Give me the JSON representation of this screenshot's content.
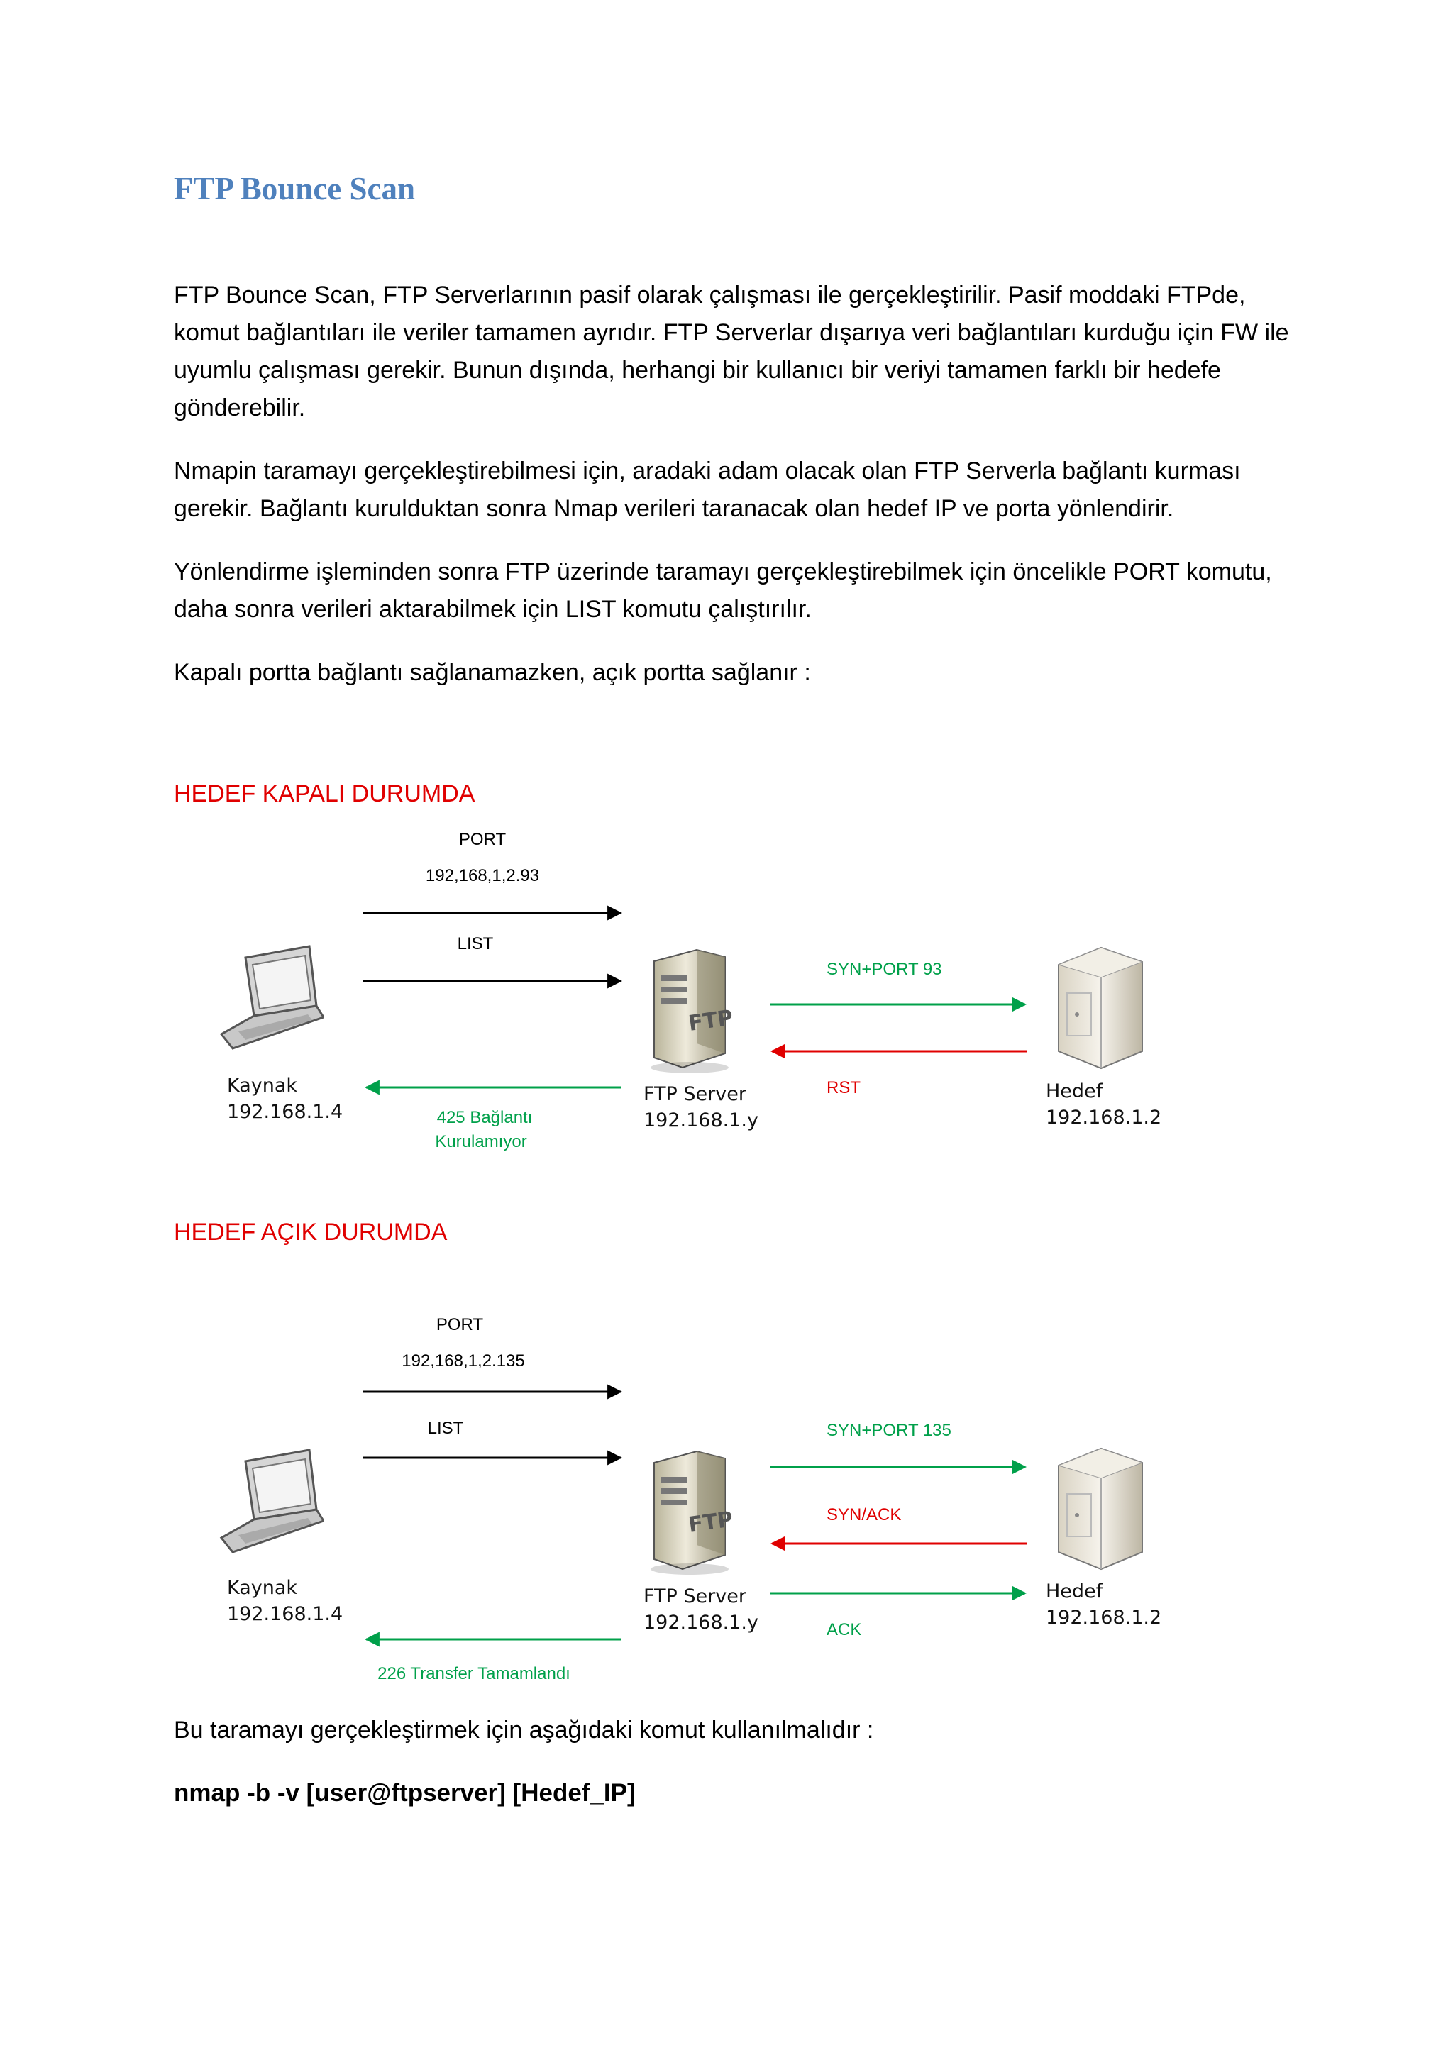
{
  "title": "FTP Bounce Scan",
  "paragraphs": [
    "FTP Bounce Scan, FTP Serverlarının pasif olarak çalışması ile gerçekleştirilir. Pasif moddaki FTPde, komut bağlantıları ile veriler tamamen ayrıdır. FTP Serverlar dışarıya veri bağlantıları kurduğu için FW ile uyumlu çalışması gerekir. Bunun dışında, herhangi bir kullanıcı bir veriyi tamamen farklı bir hedefe gönderebilir.",
    "Nmapin taramayı gerçekleştirebilmesi için, aradaki adam olacak olan FTP Serverla bağlantı kurması gerekir. Bağlantı kurulduktan sonra Nmap verileri taranacak olan hedef IP ve porta yönlendirir.",
    "Yönlendirme işleminden sonra FTP üzerinde taramayı gerçekleştirebilmek için öncelikle PORT komutu, daha sonra verileri aktarabilmek için LIST komutu çalıştırılır.",
    "Kapalı portta bağlantı sağlanamazken, açık portta sağlanır :"
  ],
  "diagram_closed": {
    "heading": "HEDEF KAPALI DURUMDA",
    "port_label": "PORT",
    "port_value": "192,168,1,2.93",
    "list_label": "LIST",
    "source_name": "Kaynak",
    "source_ip": "192.168.1.4",
    "server_name": "FTP Server",
    "server_ip": "192.168.1.y",
    "target_name": "Hedef",
    "target_ip": "192.168.1.2",
    "syn_label": "SYN+PORT 93",
    "rst_label": "RST",
    "reply_line1": "425 Bağlantı",
    "reply_line2": "Kurulamıyor"
  },
  "diagram_open": {
    "heading": "HEDEF AÇIK DURUMDA",
    "port_label": "PORT",
    "port_value": "192,168,1,2.135",
    "list_label": "LIST",
    "source_name": "Kaynak",
    "source_ip": "192.168.1.4",
    "server_name": "FTP Server",
    "server_ip": "192.168.1.y",
    "target_name": "Hedef",
    "target_ip": "192.168.1.2",
    "syn_label": "SYN+PORT 135",
    "synack_label": "SYN/ACK",
    "ack_label": "ACK",
    "reply_label": "226 Transfer Tamamlandı"
  },
  "command_intro": "Bu taramayı gerçekleştirmek için aşağıdaki komut kullanılmalıdır :",
  "command": "nmap -b -v [user@ftpserver] [Hedef_IP]",
  "colors": {
    "title": "#4f81bd",
    "heading_red": "#e00000",
    "arrow_green": "#00a04a",
    "arrow_red": "#e00000",
    "arrow_black": "#000000"
  }
}
